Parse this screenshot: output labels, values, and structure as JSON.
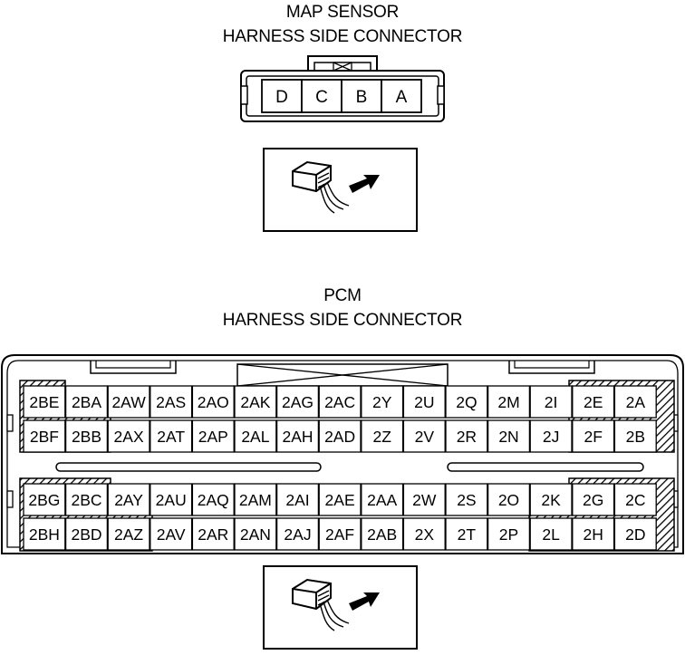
{
  "map_sensor": {
    "title_line1": "MAP SENSOR",
    "title_line2": "HARNESS SIDE CONNECTOR",
    "pins": [
      "D",
      "C",
      "B",
      "A"
    ]
  },
  "pcm": {
    "title_line1": "PCM",
    "title_line2": "HARNESS SIDE CONNECTOR",
    "upper_rows": [
      [
        "2BE",
        "2BA",
        "2AW",
        "2AS",
        "2AO",
        "2AK",
        "2AG",
        "2AC",
        "2Y",
        "2U",
        "2Q",
        "2M",
        "2I",
        "2E",
        "2A"
      ],
      [
        "2BF",
        "2BB",
        "2AX",
        "2AT",
        "2AP",
        "2AL",
        "2AH",
        "2AD",
        "2Z",
        "2V",
        "2R",
        "2N",
        "2J",
        "2F",
        "2B"
      ]
    ],
    "lower_rows": [
      [
        "2BG",
        "2BC",
        "2AY",
        "2AU",
        "2AQ",
        "2AM",
        "2AI",
        "2AE",
        "2AA",
        "2W",
        "2S",
        "2O",
        "2K",
        "2G",
        "2C"
      ],
      [
        "2BH",
        "2BD",
        "2AZ",
        "2AV",
        "2AR",
        "2AN",
        "2AJ",
        "2AF",
        "2AB",
        "2X",
        "2T",
        "2P",
        "2L",
        "2H",
        "2D"
      ]
    ],
    "hatched_pins": [
      "2BE",
      "2BA",
      "2BF",
      "2BB",
      "2E",
      "2A",
      "2F",
      "2B",
      "2BG",
      "2BC",
      "2BH",
      "2BD",
      "2AZ",
      "2G",
      "2C",
      "2L",
      "2H",
      "2D"
    ]
  },
  "view_icon": "harness-side-view-icon"
}
